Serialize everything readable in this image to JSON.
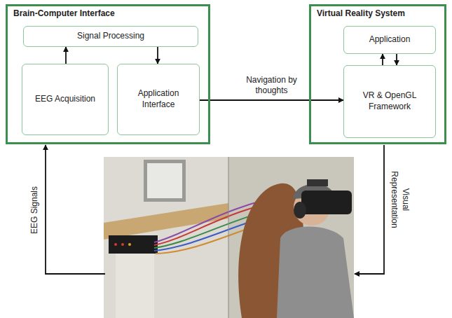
{
  "diagram": {
    "nodes": [
      {
        "text": [
          "Brain-Computer Interface"
        ]
      },
      {
        "text": [
          "Signal Processing"
        ],
        "in": 0
      },
      {
        "text": [
          "EEG Acquisition"
        ],
        "in": 0
      },
      {
        "text": [
          "Application Interface"
        ],
        "in": 0
      },
      {
        "text": [
          "Virtual Reality System"
        ]
      },
      {
        "text": [
          "Application"
        ],
        "in": 4
      },
      {
        "text": [
          "VR & OpenGL Framework"
        ],
        "in": 4
      }
    ],
    "edges": [
      {
        "from": 2,
        "to": 1,
        "arrow": "to"
      },
      {
        "from": 1,
        "to": 3,
        "arrow": "to"
      },
      {
        "from": 3,
        "to": 6,
        "label": "Navigation by thoughts",
        "arrow": "to"
      },
      {
        "from": 6,
        "to": 5,
        "arrow": "to"
      },
      {
        "from": 5,
        "to": 6,
        "arrow": "to"
      }
    ],
    "labels": [
      "EEG Signals",
      "Visual Representation"
    ]
  }
}
